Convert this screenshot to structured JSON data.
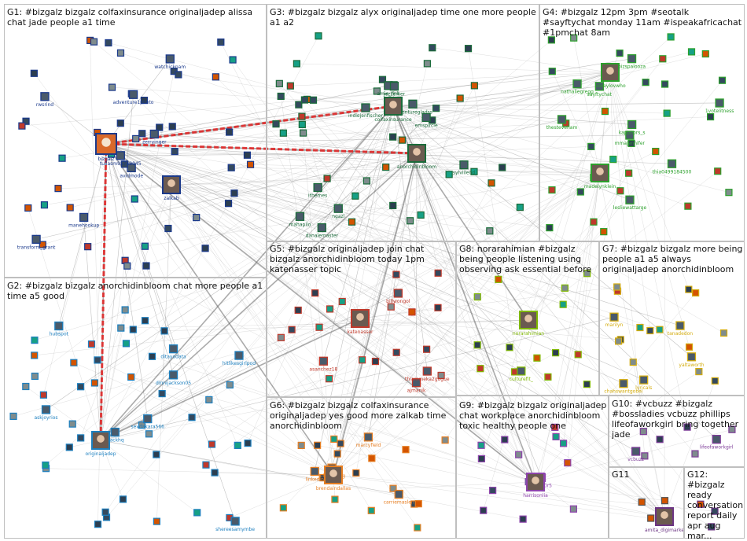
{
  "groups": [
    {
      "id": "G1",
      "label": "G1: #bizgalz bizgalz colfaxinsurance originaljadep alissa chat jade people a1 time",
      "color": "#1b3a8c"
    },
    {
      "id": "G2",
      "label": "G2: #bizgalz bizgalz anorchidinbloom chat more people a1 time a5 good",
      "color": "#1c7fbf"
    },
    {
      "id": "G3",
      "label": "G3: #bizgalz bizgalz alyx originaljadep time one more people a1 a2",
      "color": "#1a6b3a"
    },
    {
      "id": "G4",
      "label": "G4: #bizgalz 12pm 3pm #seotalk #sayftychat monday 11am #ispeakafricachat #1pmchat 8am",
      "color": "#2ca02c"
    },
    {
      "id": "G5",
      "label": "G5: #bizgalz originaljadep join chat bizgalz anorchidinbloom today 1pm katenasser topic",
      "color": "#c0392b"
    },
    {
      "id": "G6",
      "label": "G6: #bizgalz bizgalz colfaxinsurance originaljadep yes good more zalkab time anorchidinbloom",
      "color": "#e67e22"
    },
    {
      "id": "G7",
      "label": "G7: #bizgalz bizgalz more being people a1 a5 always originaljadep anorchidinbloom",
      "color": "#d4ac0d"
    },
    {
      "id": "G8",
      "label": "G8: norarahimian #bizgalz being people listening using observing ask essential before",
      "color": "#7fb800"
    },
    {
      "id": "G9",
      "label": "G9: #bizgalz bizgalz originaljadep chat workplace anorchidinbloom toxic healthy people one",
      "color": "#8e44ad"
    },
    {
      "id": "G10",
      "label": "G10: #vcbuzz #bizgalz #bossladies vcbuzz phillips lifeofaworkgirl bring together jade",
      "color": "#7d3c98"
    },
    {
      "id": "G11",
      "label": "G11",
      "color": "#555555"
    },
    {
      "id": "G12",
      "label": "G12: #bizgalz ready conversation report daily apr aug mar...",
      "color": "#6c3483"
    }
  ],
  "hubs": [
    {
      "name": "bizgalz",
      "group": "G1",
      "icon": "bizgalz-logo-icon"
    },
    {
      "name": "colfaxinsurance",
      "group": "G3",
      "icon": "avatar-icon"
    },
    {
      "name": "anorchidinbloom",
      "group": "G3",
      "icon": "avatar-icon"
    },
    {
      "name": "originaljadep",
      "group": "G2",
      "icon": "avatar-icon"
    },
    {
      "name": "katenasser",
      "group": "G5",
      "icon": "avatar-icon"
    },
    {
      "name": "brendaindallas",
      "group": "G6",
      "icon": "avatar-icon"
    },
    {
      "name": "harrisonlia",
      "group": "G9",
      "icon": "avatar-icon"
    },
    {
      "name": "norarahimian",
      "group": "G8",
      "icon": "avatar-icon"
    },
    {
      "name": "pokeylovwho",
      "group": "G4",
      "icon": "avatar-icon"
    },
    {
      "name": "madelynklein",
      "group": "G4",
      "icon": "avatar-icon"
    },
    {
      "name": "amita_digimarke",
      "group": "G12",
      "icon": "avatar-icon"
    },
    {
      "name": "zalkab",
      "group": "G1",
      "icon": "avatar-icon"
    }
  ],
  "labels": [
    {
      "name": "avidmode",
      "group": "G1"
    },
    {
      "name": "rwsrind",
      "group": "G1"
    },
    {
      "name": "tullasm95749045",
      "group": "G1"
    },
    {
      "name": "transform_grant",
      "group": "G1"
    },
    {
      "name": "zerryinger",
      "group": "G1"
    },
    {
      "name": "manehookup",
      "group": "G1"
    },
    {
      "name": "watchickpam",
      "group": "G1"
    },
    {
      "name": "adventure1photo",
      "group": "G1"
    },
    {
      "name": "ditayodata",
      "group": "G2"
    },
    {
      "name": "sevdakara566",
      "group": "G2"
    },
    {
      "name": "hubspot",
      "group": "G2"
    },
    {
      "name": "shereesamymbe",
      "group": "G2"
    },
    {
      "name": "askjoyrios",
      "group": "G2"
    },
    {
      "name": "hitlikesgirlpod",
      "group": "G2"
    },
    {
      "name": "slackhq",
      "group": "G2"
    },
    {
      "name": "dinnijackson05",
      "group": "G2"
    },
    {
      "name": "danalemaster",
      "group": "G3"
    },
    {
      "name": "amie_fink",
      "group": "G3"
    },
    {
      "name": "adventuregladss",
      "group": "G3"
    },
    {
      "name": "ithemes",
      "group": "G3"
    },
    {
      "name": "indiejenfischer",
      "group": "G3"
    },
    {
      "name": "mahapilo",
      "group": "G3"
    },
    {
      "name": "ngazi",
      "group": "G3"
    },
    {
      "name": "jezzerker",
      "group": "G3"
    },
    {
      "name": "emspircle",
      "group": "G3"
    },
    {
      "name": "sylviilend",
      "group": "G3"
    },
    {
      "name": "nathaliegregg",
      "group": "G4"
    },
    {
      "name": "bizspalooza",
      "group": "G4"
    },
    {
      "name": "thesteveham",
      "group": "G4"
    },
    {
      "name": "thia0499184500",
      "group": "G4"
    },
    {
      "name": "1votelitness",
      "group": "G4"
    },
    {
      "name": "mmajennifer",
      "group": "G4"
    },
    {
      "name": "lesliewattarge",
      "group": "G4"
    },
    {
      "name": "kappoors_s",
      "group": "G4"
    },
    {
      "name": "sayftychat",
      "group": "G4"
    },
    {
      "name": "billwongol",
      "group": "G5"
    },
    {
      "name": "asanchez18",
      "group": "G5"
    },
    {
      "name": "ajmanik",
      "group": "G5"
    },
    {
      "name": "thiammeka2gogue",
      "group": "G5"
    },
    {
      "name": "carriemaslen",
      "group": "G6"
    },
    {
      "name": "marcyfield",
      "group": "G6"
    },
    {
      "name": "jullied_long",
      "group": "G6"
    },
    {
      "name": "linkedin",
      "group": "G6"
    },
    {
      "name": "yaltaworth",
      "group": "G7"
    },
    {
      "name": "lyricals",
      "group": "G7"
    },
    {
      "name": "marilyn",
      "group": "G7"
    },
    {
      "name": "tanadedon",
      "group": "G7"
    },
    {
      "name": "chahswantgobel",
      "group": "G7"
    },
    {
      "name": "culturefit_",
      "group": "G8"
    },
    {
      "name": "cyb3r0r5",
      "group": "G9"
    },
    {
      "name": "vcbuzz",
      "group": "G10"
    },
    {
      "name": "lifeofaworkgirl",
      "group": "G10"
    }
  ],
  "legend": {
    "show": false
  }
}
